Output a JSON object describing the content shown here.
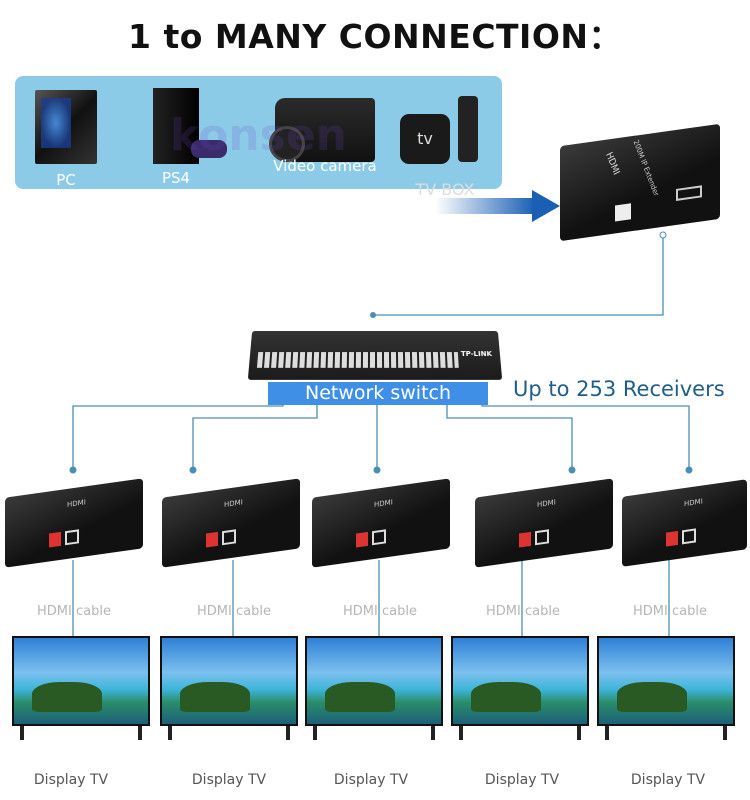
{
  "title": "1 to MANY CONNECTION：",
  "sources": [
    {
      "label": "PC"
    },
    {
      "label": "PS4"
    },
    {
      "label": "Video camera"
    },
    {
      "label": "TV BOX",
      "icon_text": "tv"
    }
  ],
  "transmitter": {
    "brand": "HDMI",
    "model": "200M IP Extender"
  },
  "switch": {
    "label": "Network switch",
    "brand": "TP-LINK"
  },
  "receivers_note": "Up to 253 Receivers",
  "receivers": [
    {
      "brand": "HDMI"
    },
    {
      "brand": "HDMI"
    },
    {
      "brand": "HDMI"
    },
    {
      "brand": "HDMI"
    },
    {
      "brand": "HDMI"
    }
  ],
  "cables": [
    "HDMI cable",
    "HDMI cable",
    "HDMI cable",
    "HDMI cable",
    "HDMI cable"
  ],
  "displays": [
    "Display TV",
    "Display TV",
    "Display TV",
    "Display TV",
    "Display TV"
  ],
  "watermark": "konsen",
  "colors": {
    "panel": "#8ccbe8",
    "switch_label": "#3f8fe6",
    "line": "#4a8fb3",
    "note": "#1f5e8a"
  }
}
